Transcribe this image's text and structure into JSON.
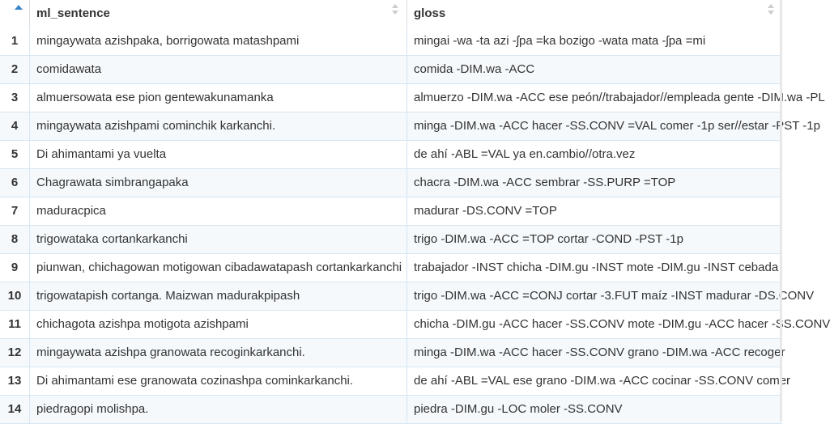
{
  "columns": {
    "index": "",
    "ml_sentence": "ml_sentence",
    "gloss": "gloss"
  },
  "rows": [
    {
      "n": "1",
      "ml": "mingaywata azishpaka, borrigowata matashpami",
      "gloss": "mingai -wa -ta azi -ʃpa =ka bozigo -wata mata -ʃpa =mi"
    },
    {
      "n": "2",
      "ml": "comidawata",
      "gloss": "comida -DIM.wa -ACC"
    },
    {
      "n": "3",
      "ml": "almuersowata ese pion gentewakunamanka",
      "gloss": "almuerzo -DIM.wa -ACC ese peón//trabajador//empleada gente -DIM.wa -PL"
    },
    {
      "n": "4",
      "ml": "mingaywata azishpami cominchik karkanchi.",
      "gloss": "minga -DIM.wa -ACC hacer -SS.CONV =VAL comer -1p ser//estar -PST -1p"
    },
    {
      "n": "5",
      "ml": "Di ahimantami ya vuelta",
      "gloss": "de ahí -ABL =VAL ya en.cambio//otra.vez"
    },
    {
      "n": "6",
      "ml": "Chagrawata simbrangapaka",
      "gloss": "chacra -DIM.wa -ACC sembrar -SS.PURP =TOP"
    },
    {
      "n": "7",
      "ml": "maduracpica",
      "gloss": "madurar -DS.CONV =TOP"
    },
    {
      "n": "8",
      "ml": "trigowataka cortankarkanchi",
      "gloss": "trigo -DIM.wa -ACC =TOP cortar -COND -PST -1p"
    },
    {
      "n": "9",
      "ml": "piunwan, chichagowan motigowan cibadawatapash cortankarkanchi",
      "gloss": "trabajador -INST chicha -DIM.gu -INST mote -DIM.gu -INST cebada"
    },
    {
      "n": "10",
      "ml": "trigowatapish cortanga. Maizwan madurakpipash",
      "gloss": "trigo -DIM.wa -ACC =CONJ cortar -3.FUT maíz -INST madurar -DS.CONV"
    },
    {
      "n": "11",
      "ml": "chichagota azishpa motigota azishpami",
      "gloss": "chicha -DIM.gu -ACC hacer -SS.CONV mote -DIM.gu -ACC hacer -SS.CONV"
    },
    {
      "n": "12",
      "ml": "mingaywata azishpa granowata recoginkarkanchi.",
      "gloss": "minga -DIM.wa -ACC hacer -SS.CONV grano -DIM.wa -ACC recoger"
    },
    {
      "n": "13",
      "ml": "Di ahimantami ese granowata cozinashpa cominkarkanchi.",
      "gloss": "de ahí -ABL =VAL ese grano -DIM.wa -ACC cocinar -SS.CONV comer"
    },
    {
      "n": "14",
      "ml": "piedragopi molishpa.",
      "gloss": "piedra -DIM.gu -LOC moler -SS.CONV"
    }
  ]
}
